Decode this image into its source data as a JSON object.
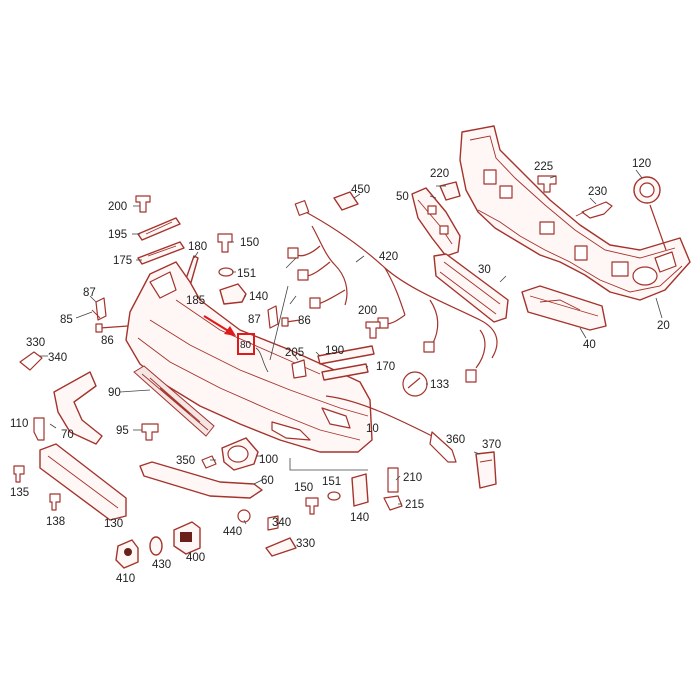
{
  "colors": {
    "line": "#a3332c",
    "highlight": "#e01a1a",
    "text": "#222222",
    "background": "#ffffff"
  },
  "highlight": {
    "label": "80",
    "icon": "red-arrow-icon"
  },
  "labels": {
    "p200a": "200",
    "p195": "195",
    "p175": "175",
    "p180": "180",
    "p150a": "150",
    "p151a": "151",
    "p185": "185",
    "p140a": "140",
    "p87a": "87",
    "p85": "85",
    "p86a": "86",
    "p87b": "87",
    "p86b": "86",
    "p330a": "330",
    "p340a": "340",
    "p90": "90",
    "p110": "110",
    "p70": "70",
    "p95": "95",
    "p135": "135",
    "p138": "138",
    "p130": "130",
    "p350": "350",
    "p100": "100",
    "p60": "60",
    "p440": "440",
    "p340b": "340",
    "p330b": "330",
    "p410": "410",
    "p430": "430",
    "p400": "400",
    "p450": "450",
    "p50": "50",
    "p220": "220",
    "p420": "420",
    "p200b": "200",
    "p205": "205",
    "p190": "190",
    "p170": "170",
    "p133": "133",
    "p30": "30",
    "p225": "225",
    "p230": "230",
    "p120": "120",
    "p40": "40",
    "p20": "20",
    "p10": "10",
    "p360": "360",
    "p370": "370",
    "p210": "210",
    "p215": "215",
    "p150b": "150",
    "p151b": "151",
    "p140b": "140"
  }
}
